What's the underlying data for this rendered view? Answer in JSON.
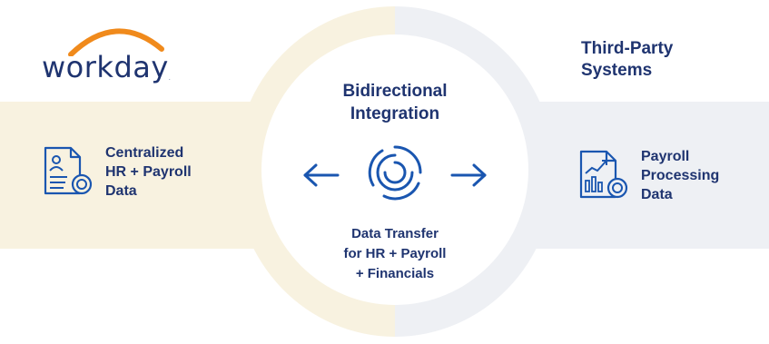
{
  "logo": {
    "name": "workday",
    "trademark": "."
  },
  "third_party": {
    "title_lines": [
      "Third-Party",
      "Systems"
    ]
  },
  "left_block": {
    "icon": "profile-document-icon",
    "lines": [
      "Centralized",
      "HR + Payroll",
      "Data"
    ]
  },
  "right_block": {
    "icon": "chart-document-icon",
    "lines": [
      "Payroll",
      "Processing",
      "Data"
    ]
  },
  "center": {
    "title_lines": [
      "Bidirectional",
      "Integration"
    ],
    "subtitle_lines": [
      "Data Transfer",
      "for HR + Payroll",
      "+ Financials"
    ],
    "icons": [
      "arrow-left-icon",
      "sync-circle-icon",
      "arrow-right-icon"
    ]
  },
  "colors": {
    "navy": "#1f3470",
    "blue": "#1a56b0",
    "orange": "#f08a1c",
    "cream": "#f8f2e0",
    "light_gray": "#eef0f4"
  }
}
